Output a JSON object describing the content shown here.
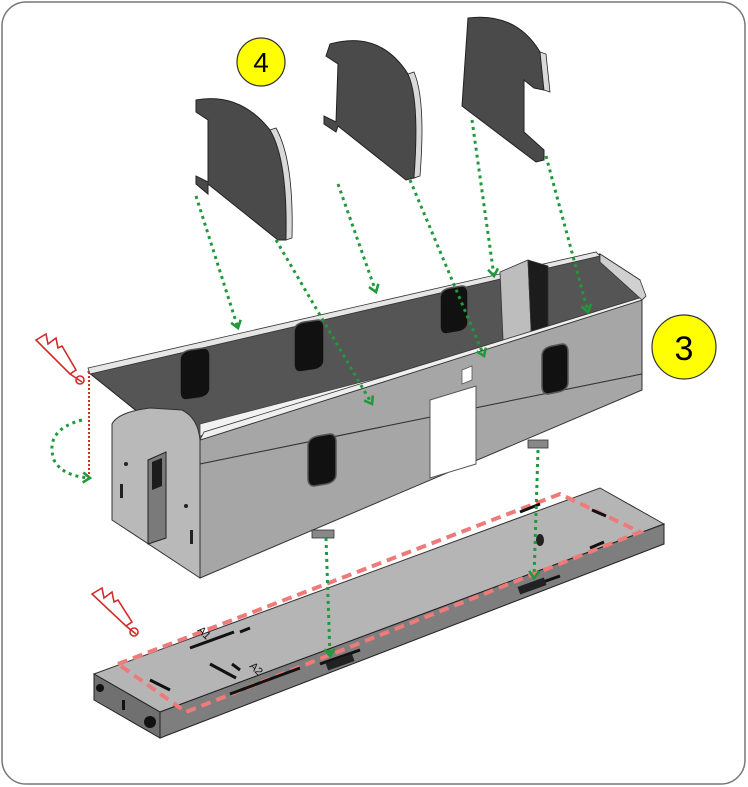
{
  "steps": [
    {
      "label": "4",
      "fill": "#ffff00"
    },
    {
      "label": "3",
      "fill": "#ffff00"
    }
  ],
  "base_labels": {
    "a1": "A1",
    "a2": "A2"
  },
  "colors": {
    "bulkhead": "#4a4a4a",
    "body_outer": "#a6a6a6",
    "body_inner": "#555555",
    "floor": "#b5b5b5",
    "guide_arrow": "#1f9a3a",
    "glue_marker": "#d42a2a",
    "glue_area": "#ef7a7a"
  },
  "icons": [
    "glue-tube-icon",
    "fold-arrow-icon",
    "insertion-arrow-icon"
  ]
}
